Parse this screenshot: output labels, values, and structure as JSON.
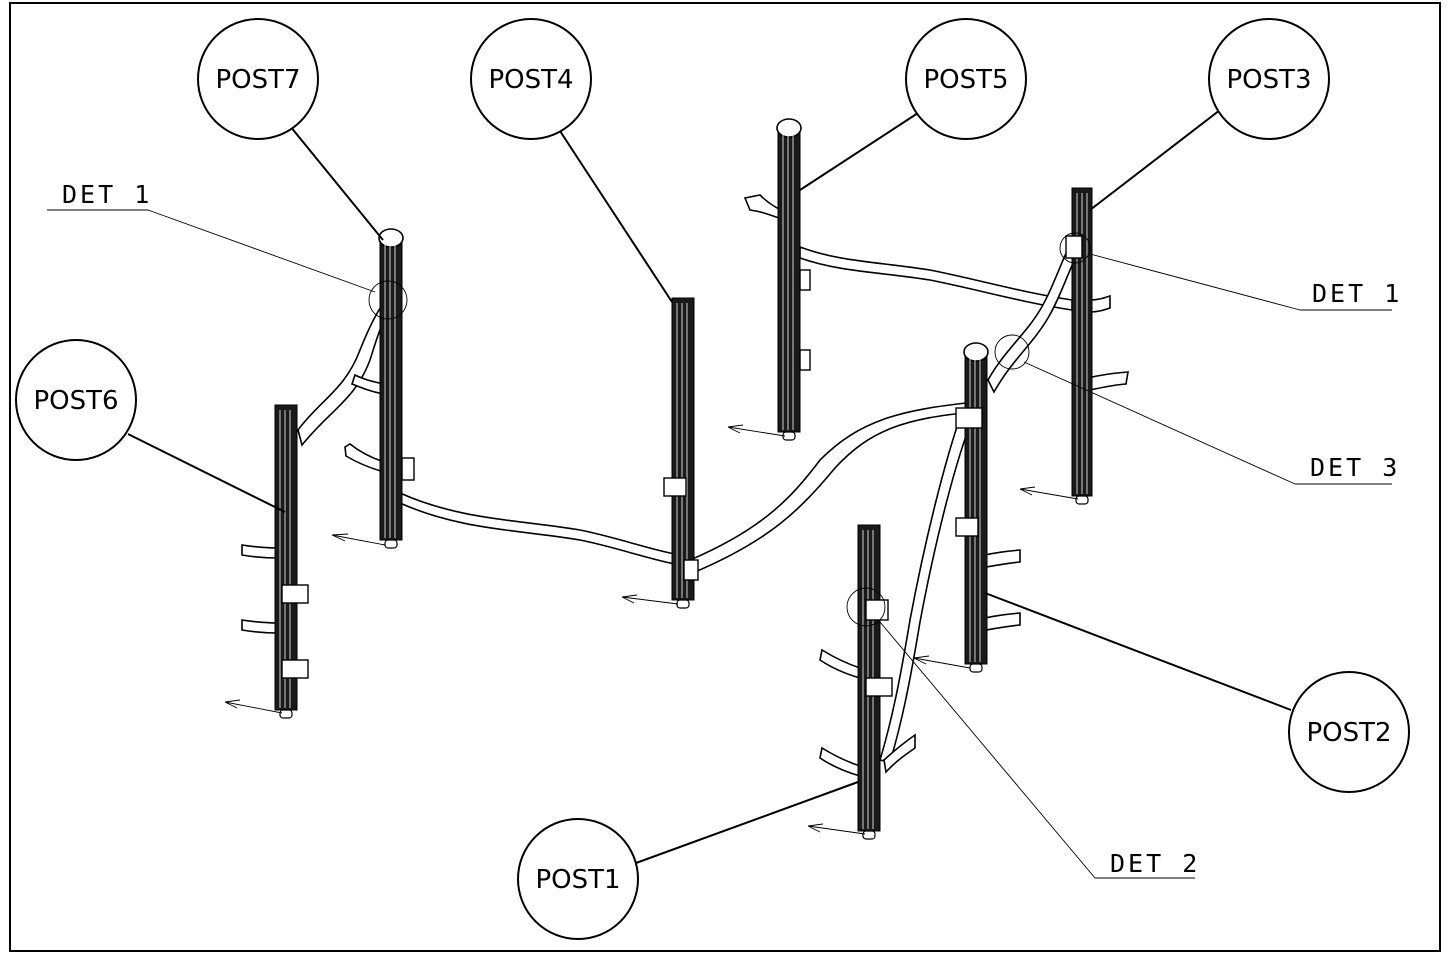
{
  "posts": [
    {
      "id": "post1",
      "label": "POST1"
    },
    {
      "id": "post2",
      "label": "POST2"
    },
    {
      "id": "post3",
      "label": "POST3"
    },
    {
      "id": "post4",
      "label": "POST4"
    },
    {
      "id": "post5",
      "label": "POST5"
    },
    {
      "id": "post6",
      "label": "POST6"
    },
    {
      "id": "post7",
      "label": "POST7"
    }
  ],
  "details": [
    {
      "id": "det1-left",
      "label": "DET 1"
    },
    {
      "id": "det1-right",
      "label": "DET 1"
    },
    {
      "id": "det3",
      "label": "DET 3"
    },
    {
      "id": "det2",
      "label": "DET 2"
    }
  ],
  "colors": {
    "line": "#000000",
    "post_fill": "#1a1a1a",
    "background": "#ffffff"
  }
}
